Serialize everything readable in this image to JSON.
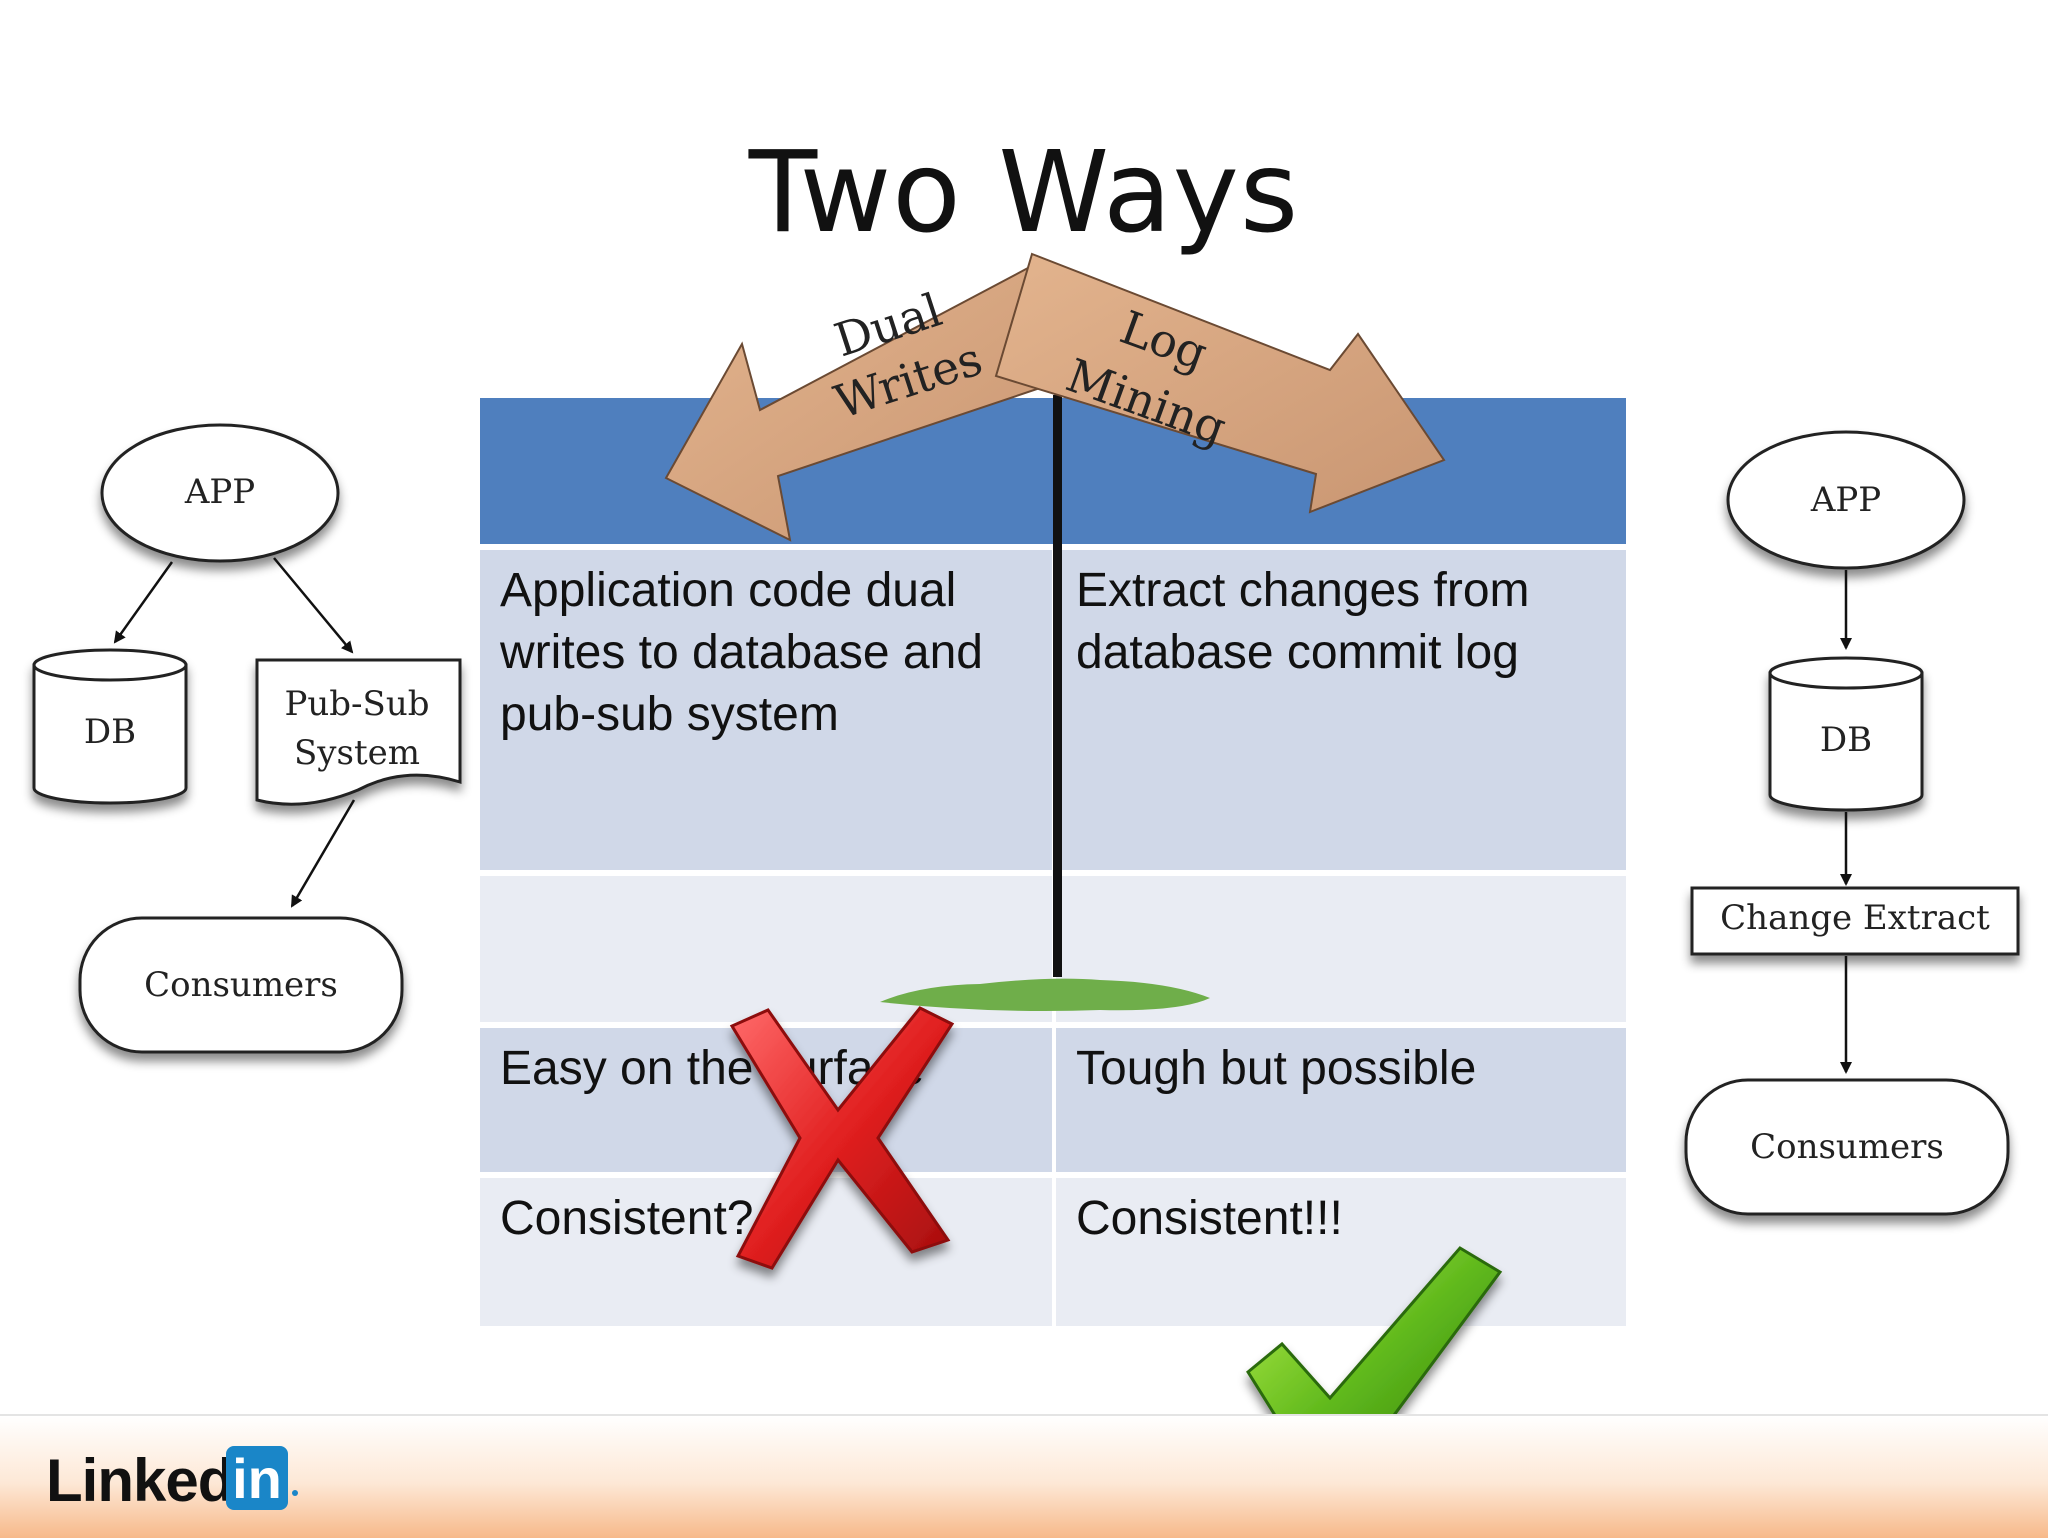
{
  "slide": {
    "title": "Two Ways"
  },
  "signpost": {
    "left_sign": "Dual Writes",
    "left_sign_line1": "Dual",
    "left_sign_line2": "Writes",
    "right_sign": "Log Mining",
    "right_sign_line1": "Log",
    "right_sign_line2": "Mining"
  },
  "table": {
    "rows": [
      [
        "Application code dual writes to database and pub-sub system",
        "Extract changes from database commit log"
      ],
      [
        "",
        ""
      ],
      [
        "Easy on the surface",
        "Tough but possible"
      ],
      [
        "Consistent?",
        "Consistent!!!"
      ]
    ],
    "header_color": "#4f7fbe",
    "band_dark": "#d0d8e8",
    "band_light": "#e9ecf3"
  },
  "left_diagram": {
    "app": "APP",
    "db": "DB",
    "pubsub_line1": "Pub-Sub",
    "pubsub_line2": "System",
    "consumers": "Consumers"
  },
  "right_diagram": {
    "app": "APP",
    "db": "DB",
    "change_extract": "Change Extract",
    "consumers": "Consumers"
  },
  "footer": {
    "logo_text": "Linked",
    "logo_box": "in"
  },
  "icons": {
    "fail": "red-x-icon",
    "success": "green-check-icon"
  }
}
